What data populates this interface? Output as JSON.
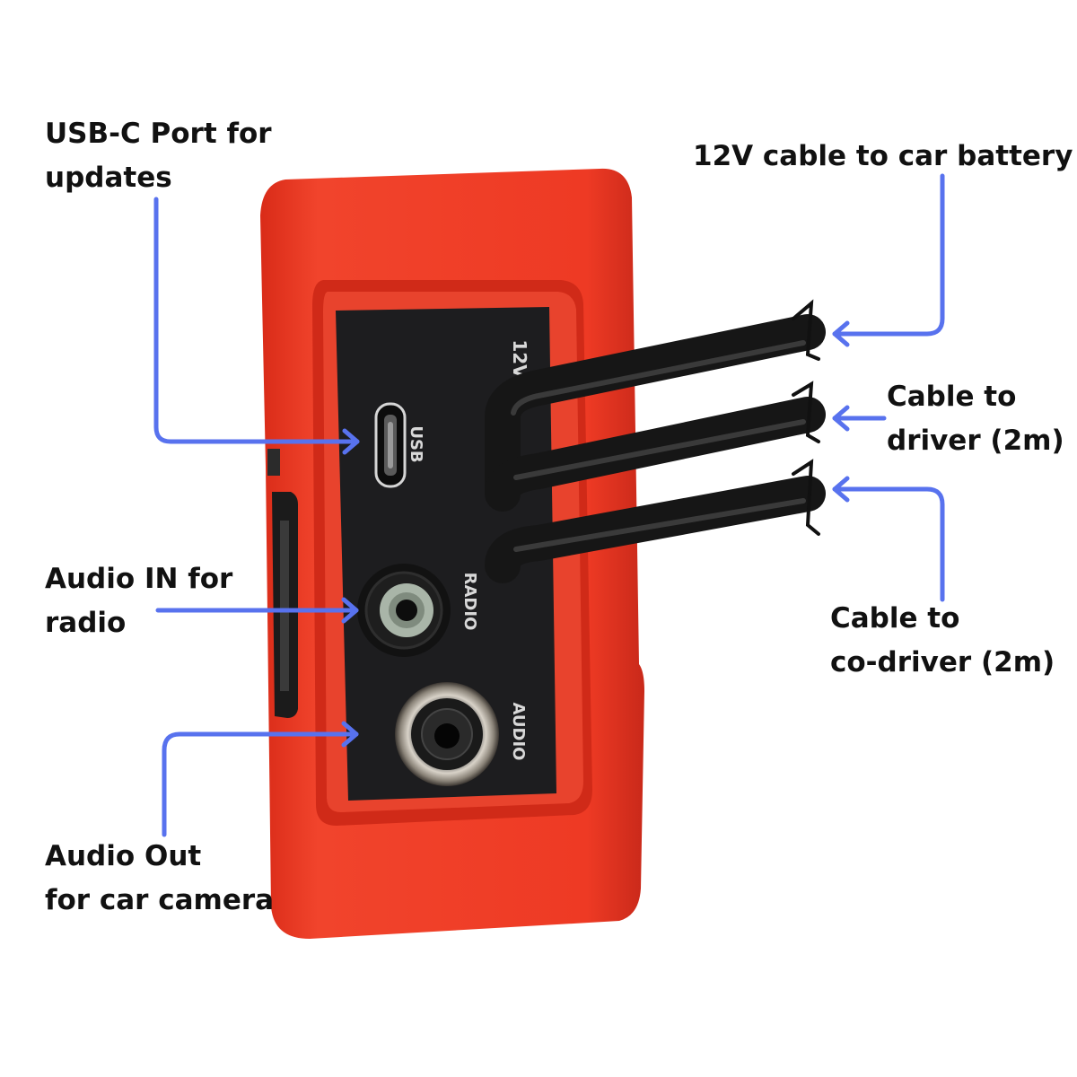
{
  "colors": {
    "housing": "#ee3a24",
    "housing_shadow": "#c42616",
    "panel": "#1d1d1f",
    "cable": "#1a1a1a",
    "arrow": "#5872ee",
    "text": "#111111"
  },
  "callouts": {
    "usb": {
      "line1": "USB-C Port for",
      "line2": "updates"
    },
    "audio_in": {
      "line1": "Audio IN for",
      "line2": "radio"
    },
    "audio_out": {
      "line1": "Audio Out",
      "line2": "for car camera"
    },
    "battery": {
      "line1": "12V cable to car battery"
    },
    "driver": {
      "line1": "Cable to",
      "line2": "driver (2m)"
    },
    "codriver": {
      "line1": "Cable to",
      "line2": "co-driver (2m)"
    }
  },
  "panel_labels": {
    "v12": "12V",
    "usb": "USB",
    "radio": "RADIO",
    "audio": "AUDIO"
  },
  "icons": [
    "usb-c-port-icon",
    "audio-jack-icon",
    "rca-jack-icon",
    "cable-break-icon",
    "arrow-icon"
  ]
}
